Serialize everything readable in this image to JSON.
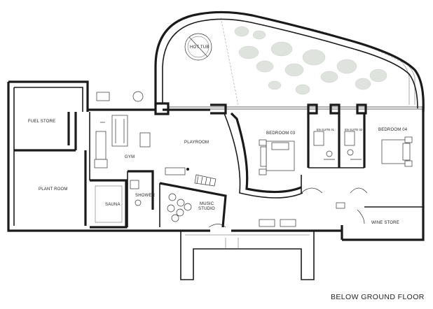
{
  "plan": {
    "title": "BELOW GROUND FLOOR",
    "rooms": {
      "hot_tub": "HOT TUB",
      "fuel_store": "FUEL STORE",
      "plant_room": "PLANT ROOM",
      "gym": "GYM",
      "sauna": "SAUNA",
      "shower": "SHOWER",
      "playroom": "PLAYROOM",
      "music_studio_line1": "MUSIC",
      "music_studio_line2": "STUDIO",
      "bedroom_03": "BEDROOM 03",
      "bedroom_04": "BEDROOM 04",
      "en_suite_01": "EN SUITE 01",
      "en_suite_02": "EN SUITE 02",
      "wine_store": "WINE STORE"
    }
  }
}
